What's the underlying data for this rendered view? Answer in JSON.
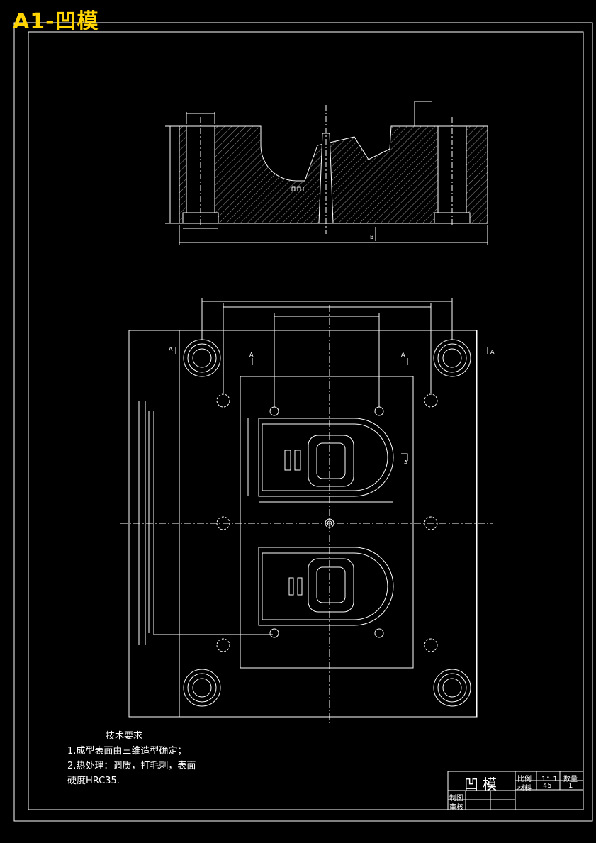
{
  "sheet_title": "A1-凹模",
  "technical_requirements": {
    "heading": "技术要求",
    "lines": [
      "1.成型表面由三维造型确定；",
      "2.热处理：调质，打毛刺，表面",
      "硬度HRC35."
    ]
  },
  "title_block": {
    "part_name": "凹模",
    "scale_label": "比例",
    "scale_value": "1：1",
    "quantity_label": "数量",
    "quantity_value": "1",
    "material_label": "材料",
    "material_value": "45",
    "drawn_label": "制图",
    "checked_label": "审核"
  },
  "section_marks": {
    "section_label": "A",
    "mark_b": "B"
  },
  "colors": {
    "background": "#000000",
    "lines": "#ffffff",
    "dimensions": "#00e5ff",
    "title": "#ffd400"
  }
}
